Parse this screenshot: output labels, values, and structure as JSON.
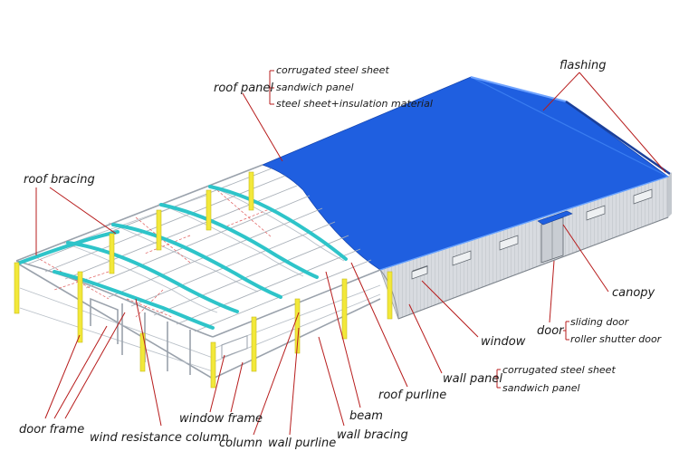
{
  "labels": {
    "flashing": "flashing",
    "roof_panel": "roof panel",
    "roof_panel_options": [
      "corrugated steel sheet",
      "sandwich panel",
      "steel sheet+insulation material"
    ],
    "roof_bracing": "roof bracing",
    "canopy": "canopy",
    "door": "door",
    "door_options": [
      "sliding door",
      "roller shutter door"
    ],
    "window": "window",
    "wall_panel": "wall panel",
    "wall_panel_options": [
      "corrugated steel sheet",
      "sandwich panel"
    ],
    "roof_purline": "roof purline",
    "beam": "beam",
    "wall_bracing": "wall bracing",
    "wall_purline": "wall purline",
    "column": "column",
    "window_frame": "window frame",
    "wind_resistance_column": "wind resistance column",
    "door_frame": "door frame"
  },
  "colors": {
    "roof": "#1f5fe0",
    "roof_ridge": "#3a7df0",
    "wall": "#d6d9de",
    "steel_cyan": "#2ec4c9",
    "column_yellow": "#f2e83a",
    "leader": "#b71c1c",
    "frame_grey": "#9aa2ac"
  }
}
